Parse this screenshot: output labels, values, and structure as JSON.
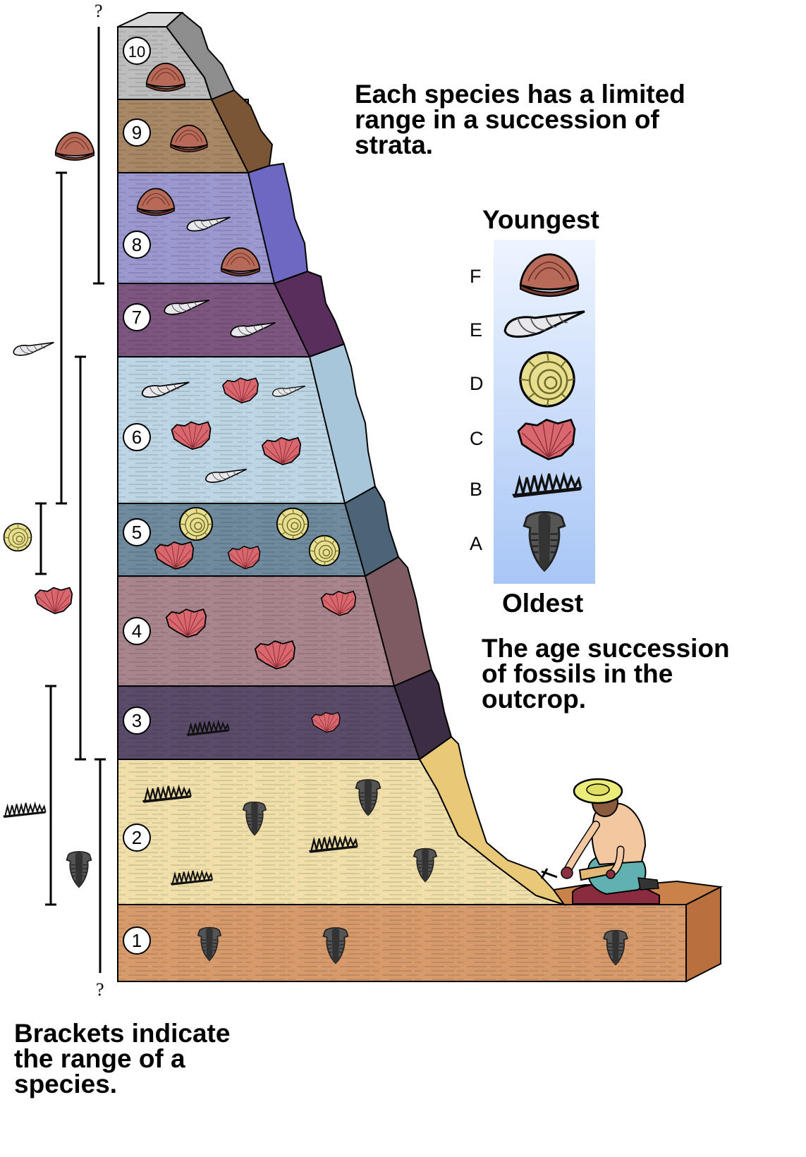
{
  "texts": {
    "top_caption": [
      "Each species has a limited",
      "range in a succession of",
      "strata."
    ],
    "youngest": "Youngest",
    "oldest": "Oldest",
    "middle_caption": [
      "The age succession",
      "of fossils in the",
      "outcrop."
    ],
    "bottom_caption": [
      "Brackets indicate",
      "the range of a",
      "species."
    ],
    "question_top": "?",
    "question_bottom": "?"
  },
  "layers": [
    {
      "number": "1",
      "color": "#d69a6b"
    },
    {
      "number": "2",
      "color": "#f1dfaa"
    },
    {
      "number": "3",
      "color": "#5b4b6a"
    },
    {
      "number": "4",
      "color": "#a8848c"
    },
    {
      "number": "5",
      "color": "#6e8a9c"
    },
    {
      "number": "6",
      "color": "#bcd6e6"
    },
    {
      "number": "7",
      "color": "#7d5680"
    },
    {
      "number": "8",
      "color": "#9b97cf"
    },
    {
      "number": "9",
      "color": "#a88764"
    },
    {
      "number": "10",
      "color": "#bdbdbd"
    }
  ],
  "legend": [
    {
      "letter": "F",
      "fossil": "clam-icon"
    },
    {
      "letter": "E",
      "fossil": "snail-icon"
    },
    {
      "letter": "D",
      "fossil": "ammonite-icon"
    },
    {
      "letter": "C",
      "fossil": "scallop-icon"
    },
    {
      "letter": "B",
      "fossil": "crinoid-icon"
    },
    {
      "letter": "A",
      "fossil": "trilobite-icon"
    }
  ],
  "colors": {
    "clam": "#b86a58",
    "scallop": "#d9676f",
    "ammonite": "#e7df8f",
    "snail": "#e8e8ec",
    "trilobite": "#555555",
    "crinoid": "#111111",
    "legend_top": "#eef4ff",
    "legend_bottom": "#a8c6f5"
  }
}
